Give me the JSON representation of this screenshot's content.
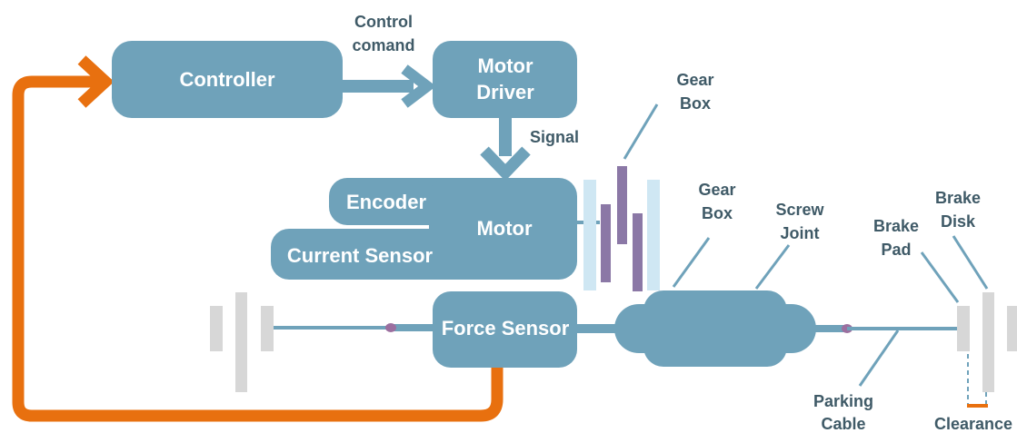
{
  "colors": {
    "block": "#6fa2ba",
    "block_dark": "#5f93ab",
    "feedback": "#e8700f",
    "gear_light": "#cfe7f3",
    "gear_dark": "#8b78a6",
    "brake": "#d7d7d7",
    "text_dark": "#3f5a67",
    "joint_dot": "#9b6f9f"
  },
  "blocks": {
    "controller": "Controller",
    "motor_driver_line1": "Motor",
    "motor_driver_line2": "Driver",
    "encoder": "Encoder",
    "motor": "Motor",
    "current_sensor": "Current Sensor",
    "force_sensor": "Force Sensor"
  },
  "annotations": {
    "control_command_line1": "Control",
    "control_command_line2": "comand",
    "signal": "Signal",
    "gear_box_top_line1": "Gear",
    "gear_box_top_line2": "Box",
    "gear_box_mid_line1": "Gear",
    "gear_box_mid_line2": "Box",
    "screw_joint_line1": "Screw",
    "screw_joint_line2": "Joint",
    "brake_pad_line1": "Brake",
    "brake_pad_line2": "Pad",
    "brake_disk_line1": "Brake",
    "brake_disk_line2": "Disk",
    "parking_cable_line1": "Parking",
    "parking_cable_line2": "Cable",
    "clearance": "Clearance"
  }
}
